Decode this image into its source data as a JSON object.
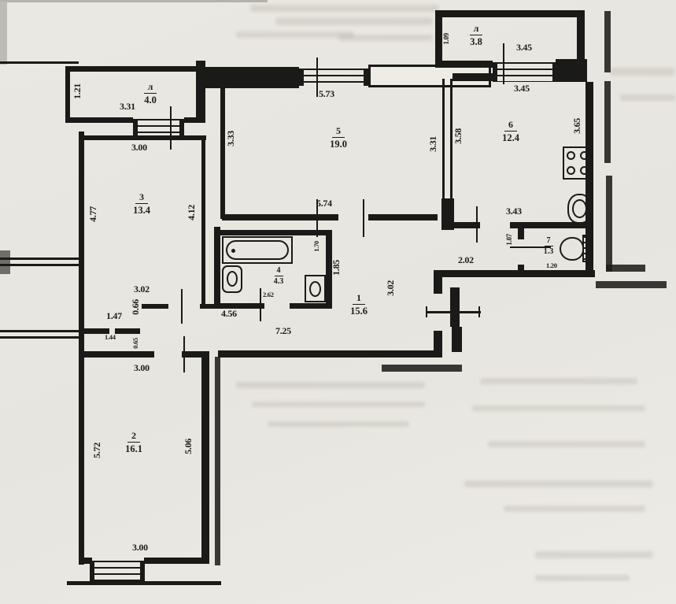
{
  "meta": {
    "document_type": "scanned apartment floor plan",
    "ink_color": "#1a1a18",
    "paper_color": "#e9e6e0"
  },
  "rooms": {
    "balcony_left": {
      "number": "л",
      "area": "4.0"
    },
    "room3": {
      "number": "3",
      "area": "13.4"
    },
    "room5": {
      "number": "5",
      "area": "19.0"
    },
    "balcony_right": {
      "number": "л",
      "area": "3.8"
    },
    "room6": {
      "number": "6",
      "area": "12.4"
    },
    "room4": {
      "number": "4",
      "area": "4.3"
    },
    "room7": {
      "number": "7",
      "area": "1.3"
    },
    "room1": {
      "number": "1",
      "area": "15.6"
    },
    "room2": {
      "number": "2",
      "area": "16.1"
    }
  },
  "dims": {
    "balcony_left_width": "3.31",
    "balcony_left_depth": "1.21",
    "room3_top": "3.00",
    "room3_left": "4.77",
    "room3_right": "4.12",
    "room3_bottom": "3.02",
    "room5_top": "5.73",
    "room5_left": "3.33",
    "room5_right": "3.31",
    "room5_bottom": "5.74",
    "balcony_right_depth": "1.09",
    "balcony_right_width": "3.45",
    "room6_window": "3.45",
    "room6_left": "3.58",
    "room6_right": "3.65",
    "room6_bottom": "3.43",
    "hall_alcove": "2.02",
    "wc_width": "1.07",
    "wc_door": "1.20",
    "bath_right": "1.85",
    "bath_inner": "1.70",
    "bath_door": "2.62",
    "corridor_top": "4.56",
    "corridor_length": "7.25",
    "hall_width": "3.02",
    "vestibule_width": "1.47",
    "vestibule_small": "1.44",
    "vestibule_h1": "0.66",
    "vestibule_h2": "0.65",
    "room2_top": "3.00",
    "room2_left": "5.72",
    "room2_right": "5.06",
    "room2_bottom": "3.00"
  },
  "icons": {
    "bathtub": "bathtub-icon",
    "wash_basin": "wash-basin-icon",
    "bath_toilet": "toilet-icon",
    "wc_toilet": "toilet-icon",
    "stove": "stove-icon",
    "kitchen_sink": "kitchen-sink-icon"
  }
}
